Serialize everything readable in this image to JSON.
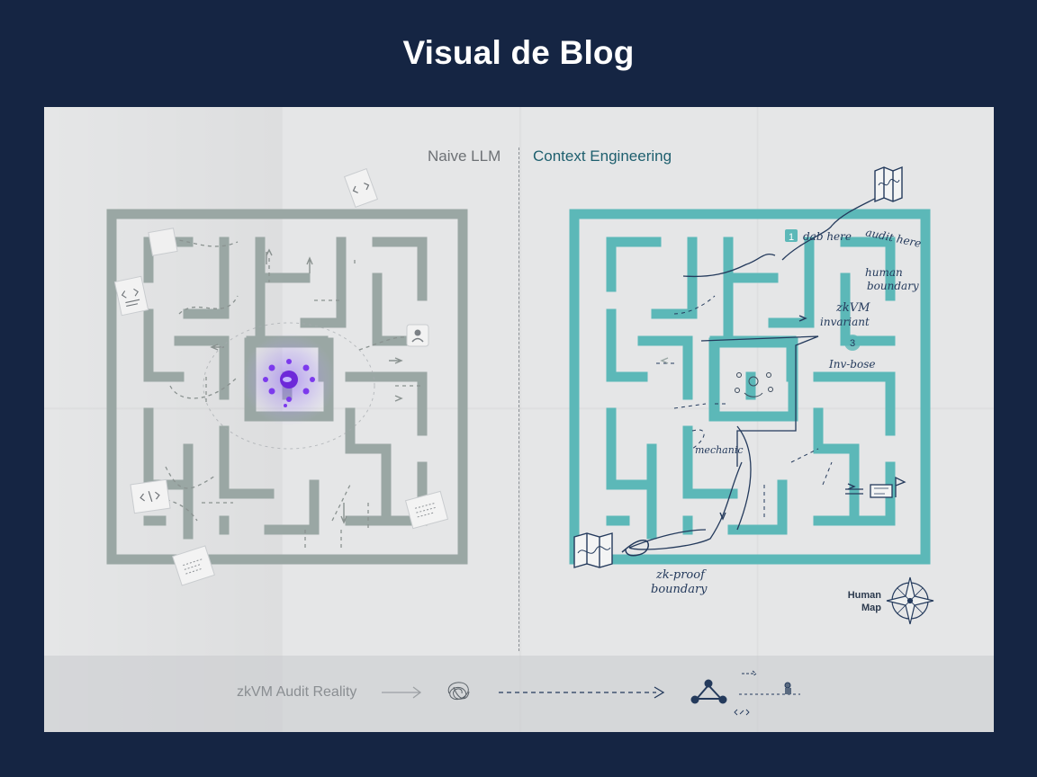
{
  "title": "Visual de Blog",
  "panels": {
    "left_label": "Naive LLM",
    "right_label": "Context Engineering"
  },
  "annotations": {
    "dab_here": "dab here",
    "audit_here": "audit here",
    "human_boundary_1": "human",
    "human_boundary_2": "boundary",
    "zkvm_invariant_1": "zkVM",
    "zkvm_invariant_2": "invariant",
    "invariant_short": "Inv-bose",
    "mechanic": "mechanic",
    "zk_proof_1": "zk-proof",
    "zk_proof_2": "boundary",
    "badge_1": "1",
    "badge_3": "3",
    "human_map_1": "Human",
    "human_map_2": "Map"
  },
  "footer": {
    "label": "zkVM Audit Reality"
  },
  "colors": {
    "background": "#152543",
    "paper": "#e5e6e7",
    "left_maze": "#9aa7a4",
    "right_maze": "#5cb8b8",
    "llm_glow": "#7a3fe0",
    "ink": "#243a5c"
  },
  "icons": [
    "code-note-icon",
    "chat-note-icon",
    "person-icon",
    "llm-node-icon",
    "map-icon",
    "compass-icon",
    "scribble-icon",
    "network-icon",
    "flag-icon"
  ]
}
